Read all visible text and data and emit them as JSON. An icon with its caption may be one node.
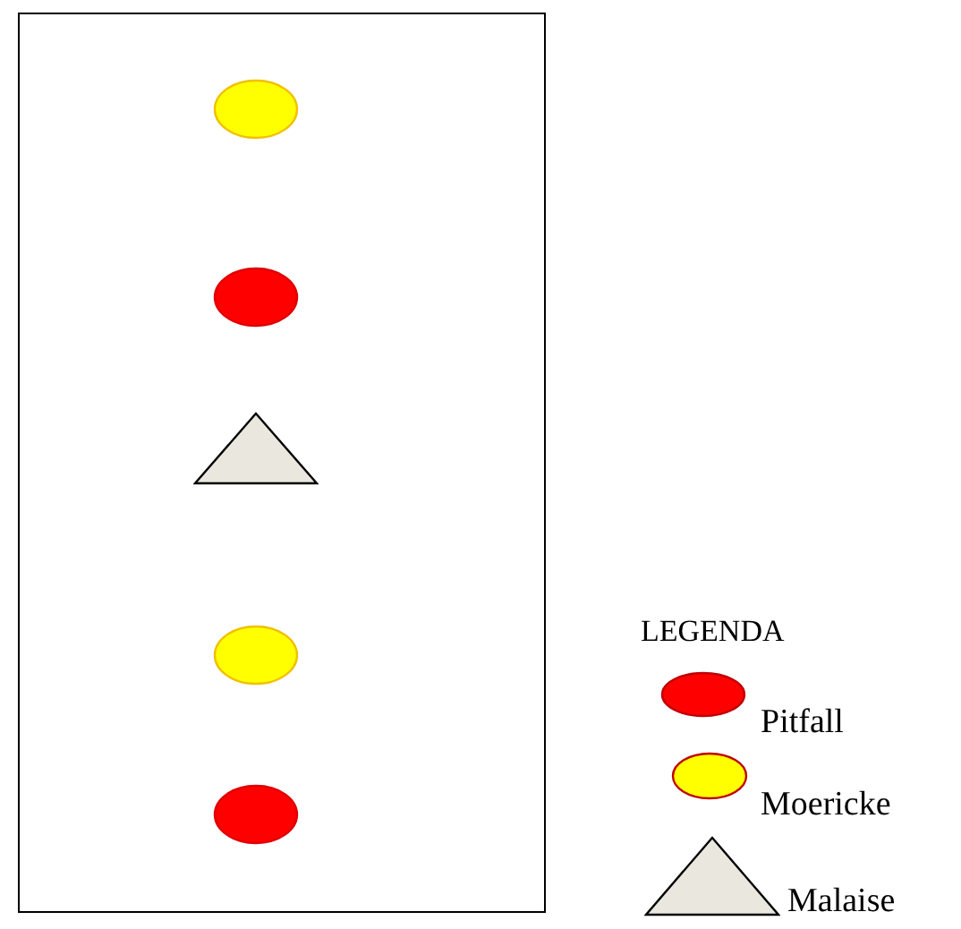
{
  "diagram": {
    "nodes": [
      {
        "text": [],
        "shape": "box"
      },
      {
        "text": [],
        "shape": "ellipse",
        "in": 0
      },
      {
        "text": [],
        "shape": "ellipse",
        "in": 0
      },
      {
        "text": [],
        "shape": "triangle",
        "in": 0
      },
      {
        "text": [],
        "shape": "ellipse",
        "in": 0
      },
      {
        "text": [],
        "shape": "ellipse",
        "in": 0
      }
    ],
    "edges": [],
    "labels": [
      "LEGENDA"
    ],
    "legend": [
      {
        "text": "Pitfall",
        "color": "#ff0000"
      },
      {
        "text": "Moericke",
        "color": "#ffff00"
      },
      {
        "text": "Malaise"
      }
    ]
  }
}
